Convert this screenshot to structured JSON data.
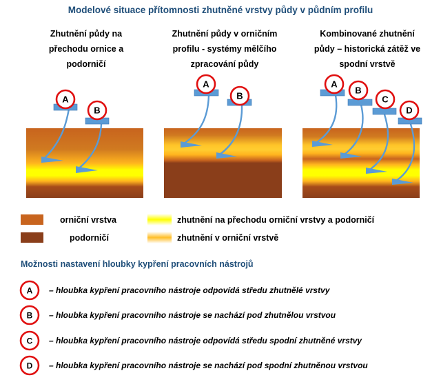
{
  "title": "Modelové situace přítomnosti zhutněné vrstvy půdy v půdním profilu",
  "panels": [
    {
      "title_lines": [
        "Zhutnění půdy na",
        "přechodu ornice a",
        "podorničí"
      ]
    },
    {
      "title_lines": [
        "Zhutnění půdy v orničním",
        "profilu -  systémy mělčího",
        "zpracování půdy"
      ]
    },
    {
      "title_lines": [
        "Kombinované zhutnění",
        "půdy – historická zátěž ve",
        "spodní vrstvě"
      ]
    }
  ],
  "tools": {
    "panel1": [
      "A",
      "B"
    ],
    "panel2": [
      "A",
      "B"
    ],
    "panel3": [
      "A",
      "B",
      "C",
      "D"
    ]
  },
  "legend": {
    "topsoil": {
      "label": "orniční vrstva",
      "color": "#c8641e"
    },
    "subsoil": {
      "label": "podorničí",
      "color": "#8a3e1a"
    },
    "compaction_transition": {
      "label": "zhutnění na přechodu orniční vrstvy a podorničí",
      "color": "#ffff00"
    },
    "compaction_topsoil": {
      "label": "zhutnění v orniční vrstvě",
      "color": "#ffbe28"
    }
  },
  "depth_section": {
    "title": "Možnosti nastavení hloubky kypření pracovních nástrojů",
    "items": [
      {
        "letter": "A",
        "text": "– hloubka kypření pracovního nástroje odpovídá  středu zhutnělé  vrstvy"
      },
      {
        "letter": "B",
        "text": "– hloubka kypření pracovního nástroje se nachází pod zhutnělou vrstvou"
      },
      {
        "letter": "C",
        "text": "– hloubka kypření pracovního nástroje odpovídá  středu spodní  zhutněné vrstvy"
      },
      {
        "letter": "D",
        "text": "– hloubka kypření pracovního nástroje se nachází pod spodní  zhutněnou vrstvou"
      }
    ]
  },
  "colors": {
    "title": "#1f4e79",
    "circle_outline": "#e01010",
    "tool": "#5b9bd5"
  }
}
